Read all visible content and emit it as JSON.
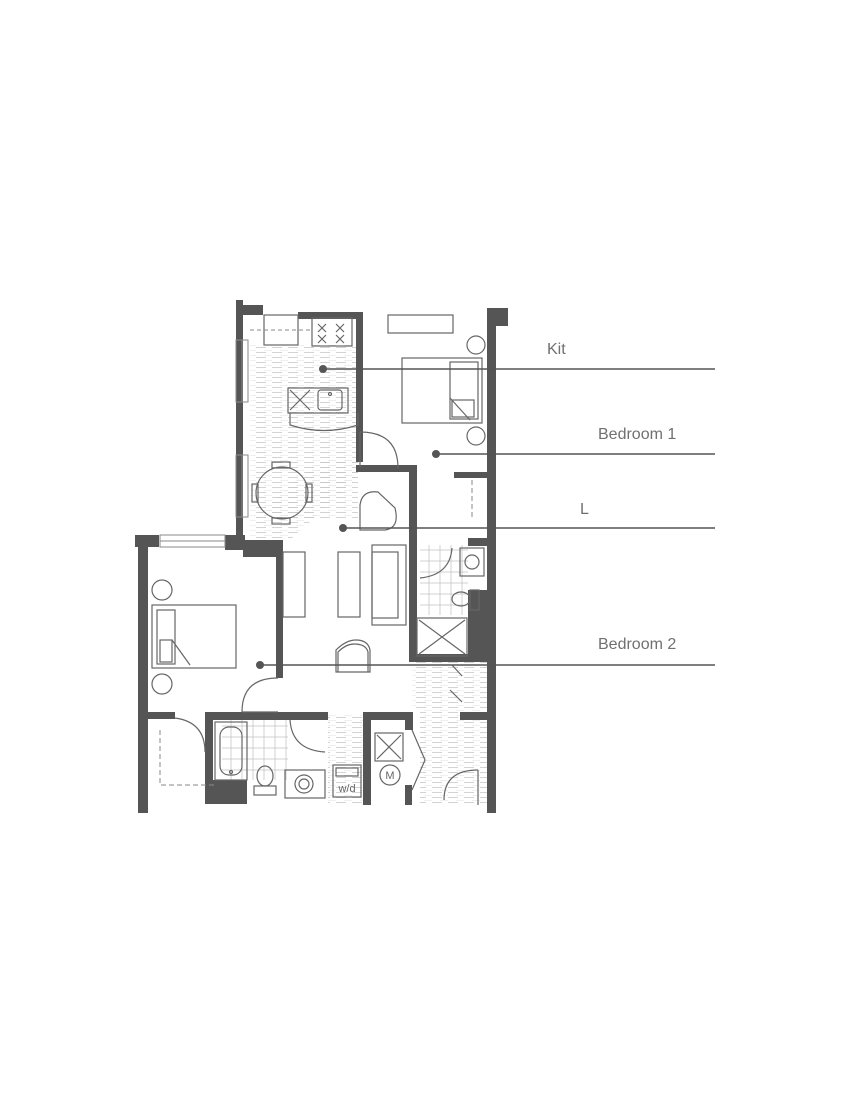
{
  "labels": {
    "kitchen": "Kit",
    "bedroom1": "Bedroom 1",
    "living": "L",
    "bedroom2": "Bedroom 2",
    "washer_dryer": "w/d",
    "meter": "M"
  },
  "colors": {
    "wall": "#555555",
    "label": "#707070",
    "fixture": "#666666",
    "hatch": "#c8c8c8"
  },
  "icons": [
    "stove-icon",
    "sink-icon",
    "dining-table-icon",
    "bed-icon",
    "sofa-icon",
    "bathtub-icon",
    "toilet-icon",
    "shower-icon",
    "washer-dryer-icon",
    "meter-icon"
  ]
}
